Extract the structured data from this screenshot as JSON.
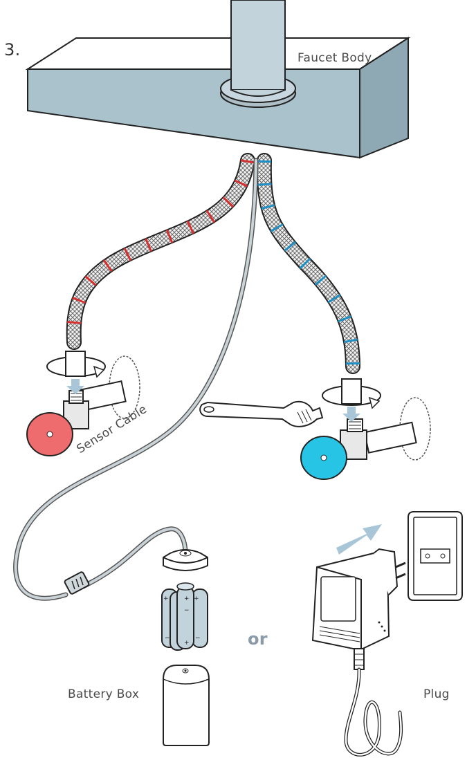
{
  "step_number": "3.",
  "labels": {
    "faucet_body": "Faucet Body",
    "sensor_cable": "Sensor Cable",
    "or": "or",
    "battery_box": "Battery Box",
    "plug": "Plug"
  },
  "colors": {
    "countertop": "#a9c2cc",
    "faucet": "#c2d3dc",
    "hot_valve": "#ee6b6e",
    "cold_valve": "#27c4e6",
    "hot_stripe": "#d62f2f",
    "cold_stripe": "#1f8fc4",
    "battery": "#c3d3dc",
    "arrow": "#a8c6d8"
  }
}
